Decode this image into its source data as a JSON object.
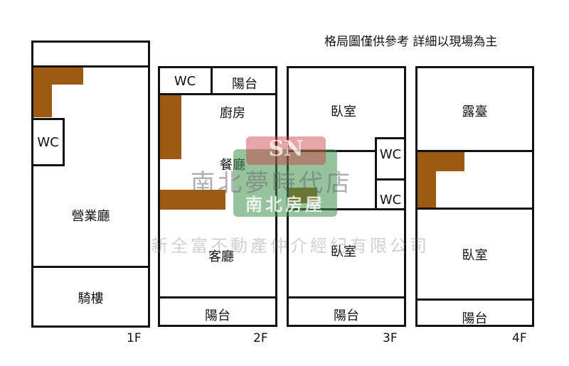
{
  "note": "格局圖僅供參考 詳細以現場為主",
  "floors": [
    {
      "name": "1F",
      "rooms": {
        "wc": "WC",
        "main": "營業廳",
        "arcade": "騎樓"
      }
    },
    {
      "name": "2F",
      "rooms": {
        "wc": "WC",
        "balcony_top": "陽台",
        "kitchen": "廚房",
        "dining": "餐廳",
        "living": "客廳",
        "balcony": "陽台"
      }
    },
    {
      "name": "3F",
      "rooms": {
        "bedroom_top": "臥室",
        "wc1": "WC",
        "wc2": "WC",
        "bedroom": "臥室",
        "balcony": "陽台"
      }
    },
    {
      "name": "4F",
      "rooms": {
        "terrace": "露臺",
        "bedroom": "臥室",
        "balcony": "陽台"
      }
    }
  ],
  "watermark": {
    "brand": "南北夢時代店",
    "logo_text": "南北房屋",
    "logo_letters": "SN",
    "company": "新全富不動產仲介經紀有限公司"
  },
  "colors": {
    "furniture": "#9c5a12",
    "wall": "#111111",
    "watermark_green": "#3f8f4f",
    "watermark_red": "#c9383c"
  }
}
